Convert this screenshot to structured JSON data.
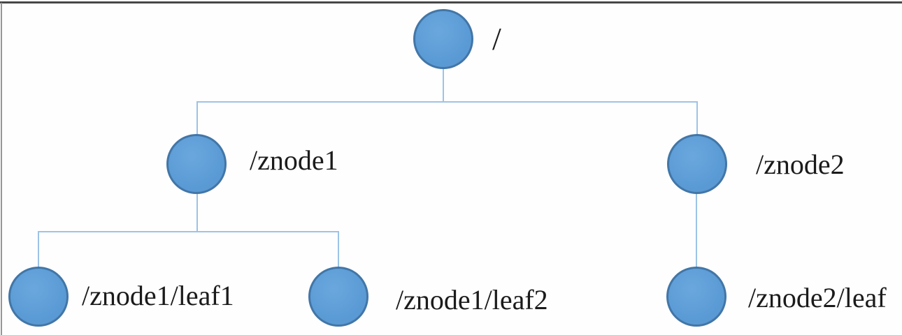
{
  "diagram": {
    "type": "tree",
    "nodes": [
      {
        "id": "root",
        "label": "/",
        "parent": null
      },
      {
        "id": "znode1",
        "label": "/znode1",
        "parent": "root"
      },
      {
        "id": "znode2",
        "label": "/znode2",
        "parent": "root"
      },
      {
        "id": "znode1-leaf1",
        "label": "/znode1/leaf1",
        "parent": "znode1"
      },
      {
        "id": "znode1-leaf2",
        "label": "/znode1/leaf2",
        "parent": "znode1"
      },
      {
        "id": "znode2-leaf",
        "label": "/znode2/leaf",
        "parent": "znode2"
      }
    ],
    "colors": {
      "node_fill": "#5B9BD5",
      "node_border": "#41719C",
      "connector": "#9DC3E6",
      "label_text": "#1B1B1B",
      "frame_top": "#474747",
      "frame_left": "#979797",
      "background": "#FEFEFE"
    }
  }
}
